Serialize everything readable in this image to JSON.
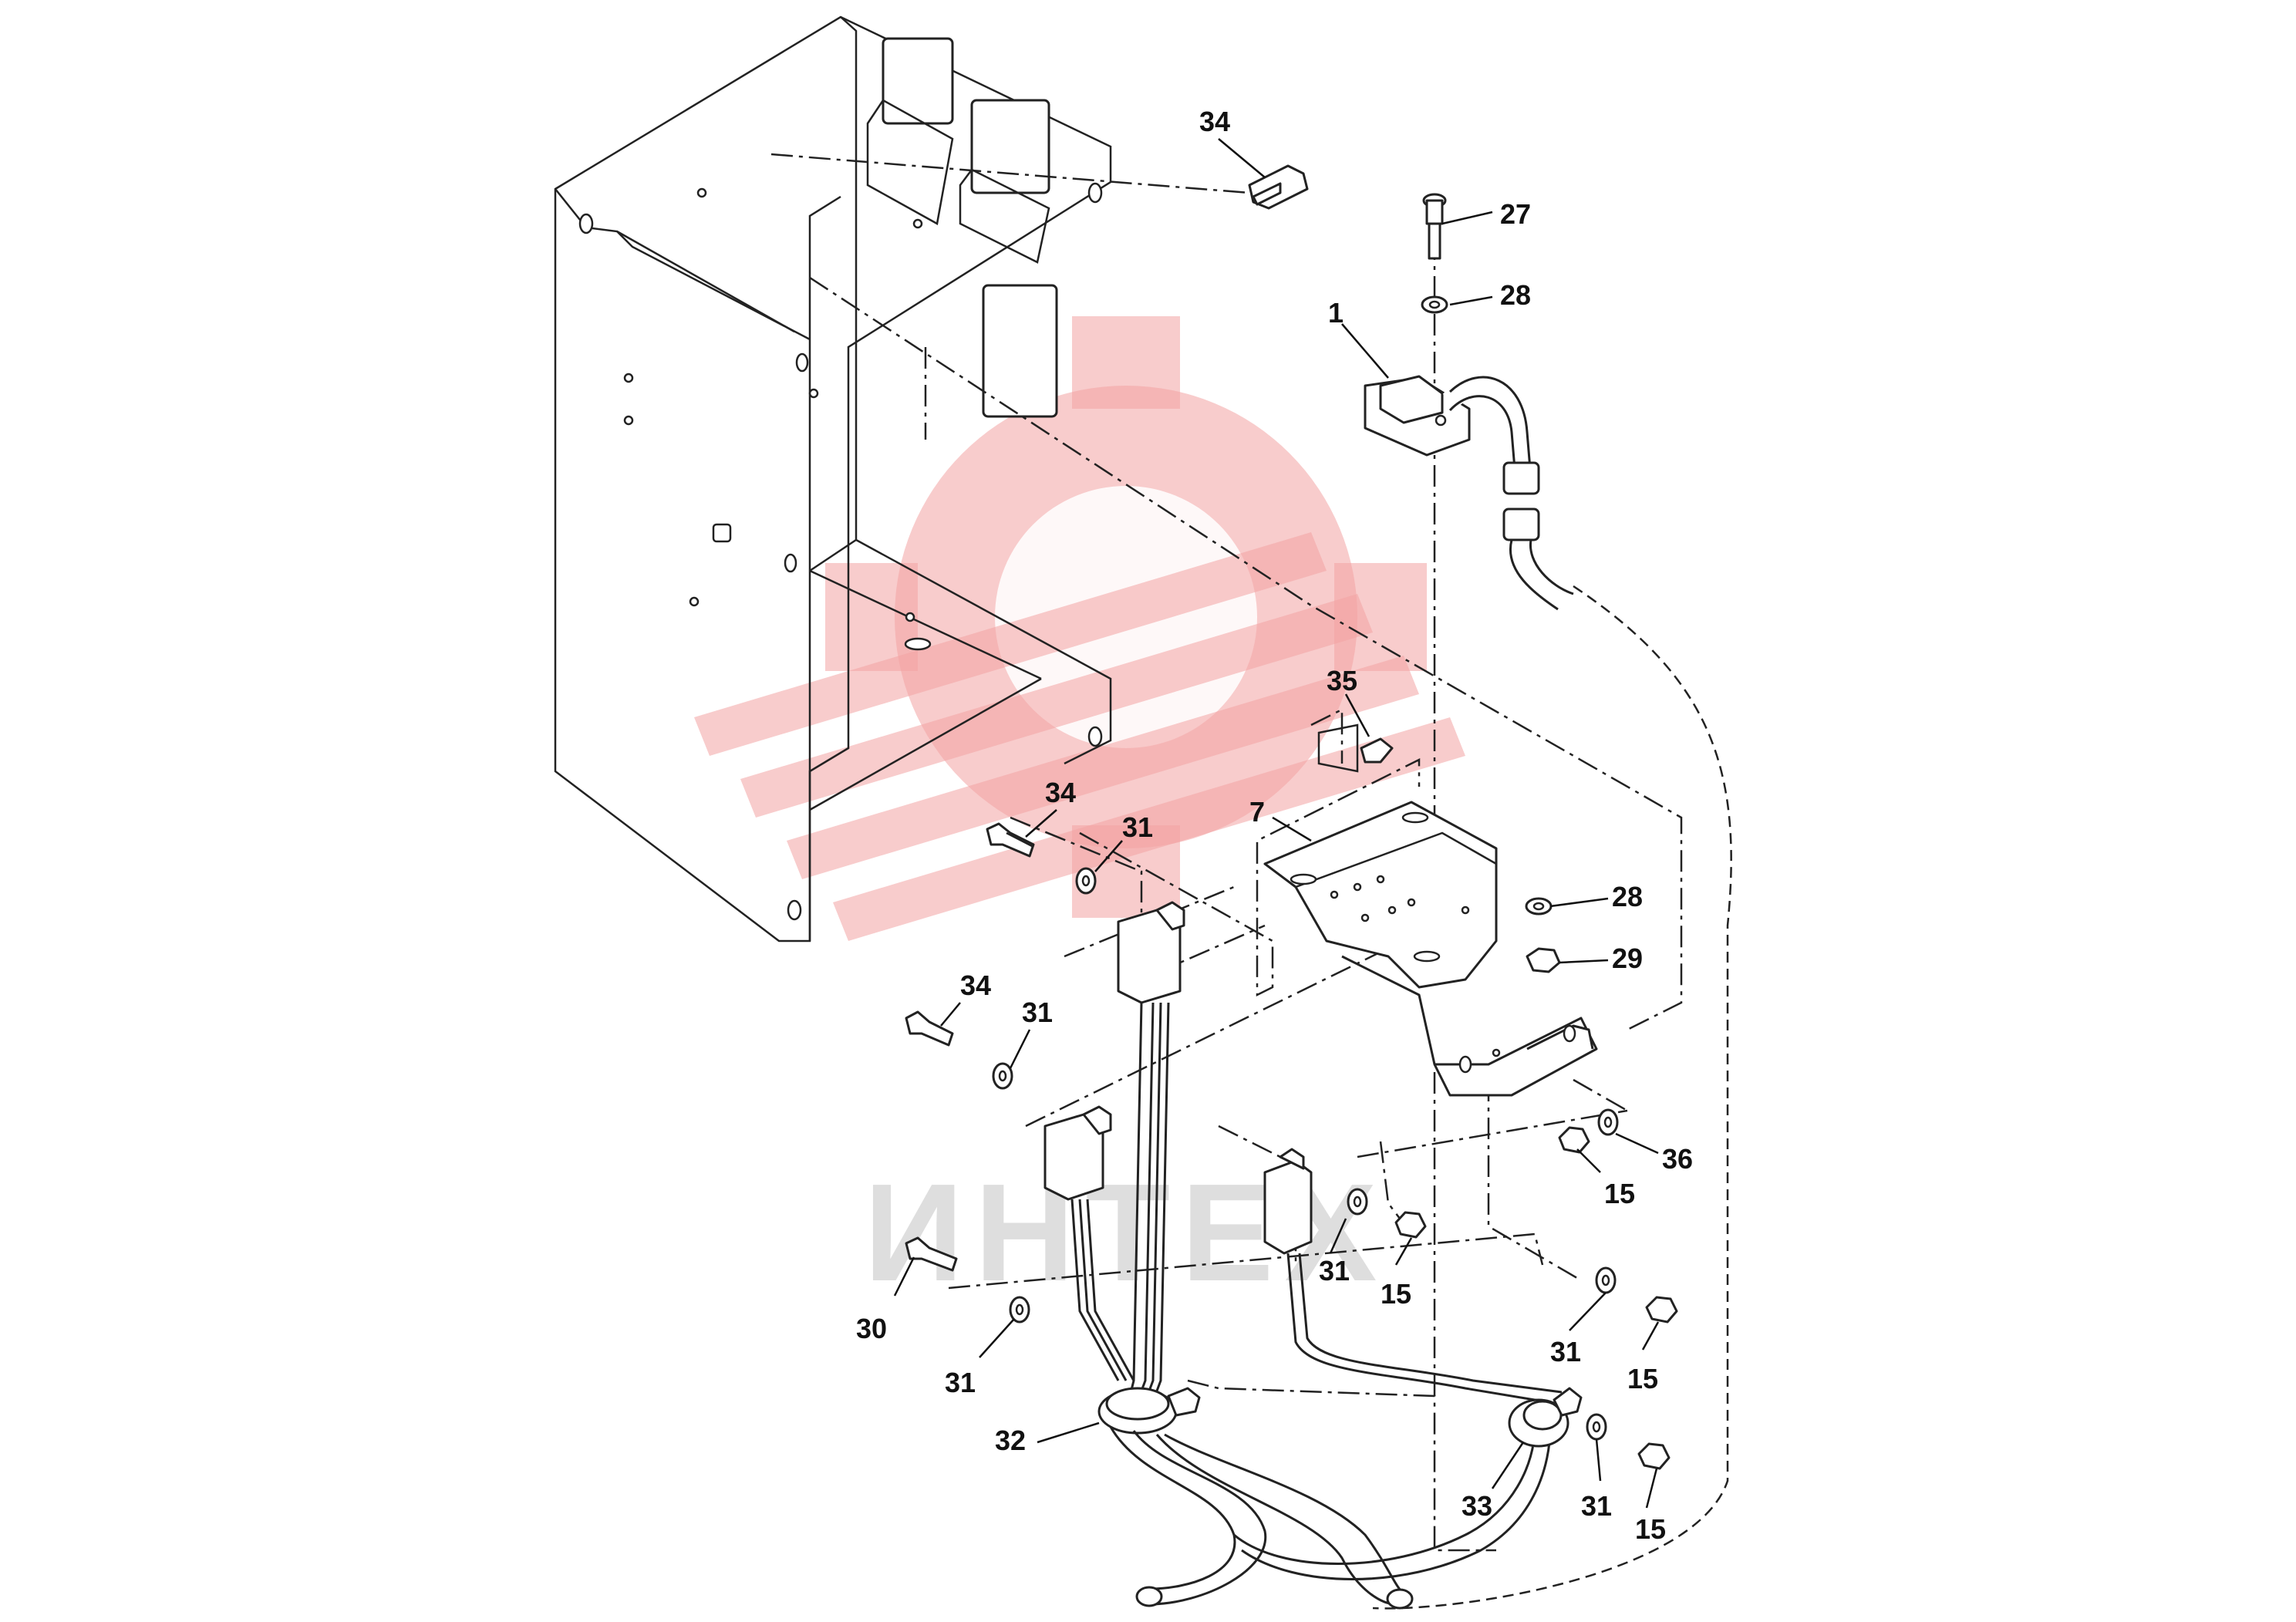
{
  "watermark": {
    "text": "ИНТЕХ",
    "color": "#f3a3a3"
  },
  "callouts": [
    {
      "id": "c-34-top",
      "text": "34"
    },
    {
      "id": "c-27",
      "text": "27"
    },
    {
      "id": "c-28-top",
      "text": "28"
    },
    {
      "id": "c-1",
      "text": "1"
    },
    {
      "id": "c-35",
      "text": "35"
    },
    {
      "id": "c-34-mid",
      "text": "34"
    },
    {
      "id": "c-31-a",
      "text": "31"
    },
    {
      "id": "c-7",
      "text": "7"
    },
    {
      "id": "c-28-mid",
      "text": "28"
    },
    {
      "id": "c-29",
      "text": "29"
    },
    {
      "id": "c-34-low",
      "text": "34"
    },
    {
      "id": "c-31-b",
      "text": "31"
    },
    {
      "id": "c-36",
      "text": "36"
    },
    {
      "id": "c-15-a",
      "text": "15"
    },
    {
      "id": "c-31-c",
      "text": "31"
    },
    {
      "id": "c-15-b",
      "text": "15"
    },
    {
      "id": "c-30",
      "text": "30"
    },
    {
      "id": "c-31-d",
      "text": "31"
    },
    {
      "id": "c-31-e",
      "text": "31"
    },
    {
      "id": "c-15-c",
      "text": "15"
    },
    {
      "id": "c-32",
      "text": "32"
    },
    {
      "id": "c-33",
      "text": "33"
    },
    {
      "id": "c-31-f",
      "text": "31"
    },
    {
      "id": "c-15-d",
      "text": "15"
    }
  ]
}
